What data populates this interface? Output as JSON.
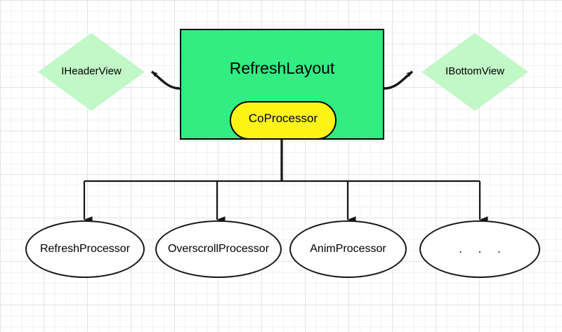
{
  "diagram": {
    "title": "RefreshLayout architecture diagram",
    "background": {
      "grid_minor_color": "#f2f2f2",
      "grid_major_color": "#e3e3e3",
      "page_color": "#ffffff"
    },
    "colors": {
      "main_box_fill": "#31ed82",
      "pill_fill": "#fdf416",
      "diamond_fill": "#c2f7c8",
      "ellipse_fill": "#ffffff",
      "stroke": "#000000"
    },
    "nodes": {
      "main_box": {
        "label": "RefreshLayout",
        "shape": "rectangle"
      },
      "pill": {
        "label": "CoProcessor",
        "shape": "rounded-rectangle"
      },
      "left_diamond": {
        "label": "IHeaderView",
        "shape": "diamond"
      },
      "right_diamond": {
        "label": "IBottomView",
        "shape": "diamond"
      }
    },
    "processors": [
      {
        "label": "RefreshProcessor",
        "shape": "ellipse"
      },
      {
        "label": "OverscrollProcessor",
        "shape": "ellipse"
      },
      {
        "label": "AnimProcessor",
        "shape": "ellipse"
      },
      {
        "label": ". . .",
        "shape": "ellipse"
      }
    ],
    "edges": [
      {
        "from": "RefreshLayout",
        "to": "IHeaderView",
        "style": "curved-arrow"
      },
      {
        "from": "RefreshLayout",
        "to": "IBottomView",
        "style": "curved-arrow"
      },
      {
        "from": "CoProcessor",
        "to": "RefreshProcessor",
        "style": "orthogonal-arrow"
      },
      {
        "from": "CoProcessor",
        "to": "OverscrollProcessor",
        "style": "orthogonal-arrow"
      },
      {
        "from": "CoProcessor",
        "to": "AnimProcessor",
        "style": "orthogonal-arrow"
      },
      {
        "from": "CoProcessor",
        "to": ". . .",
        "style": "orthogonal-arrow"
      }
    ]
  }
}
